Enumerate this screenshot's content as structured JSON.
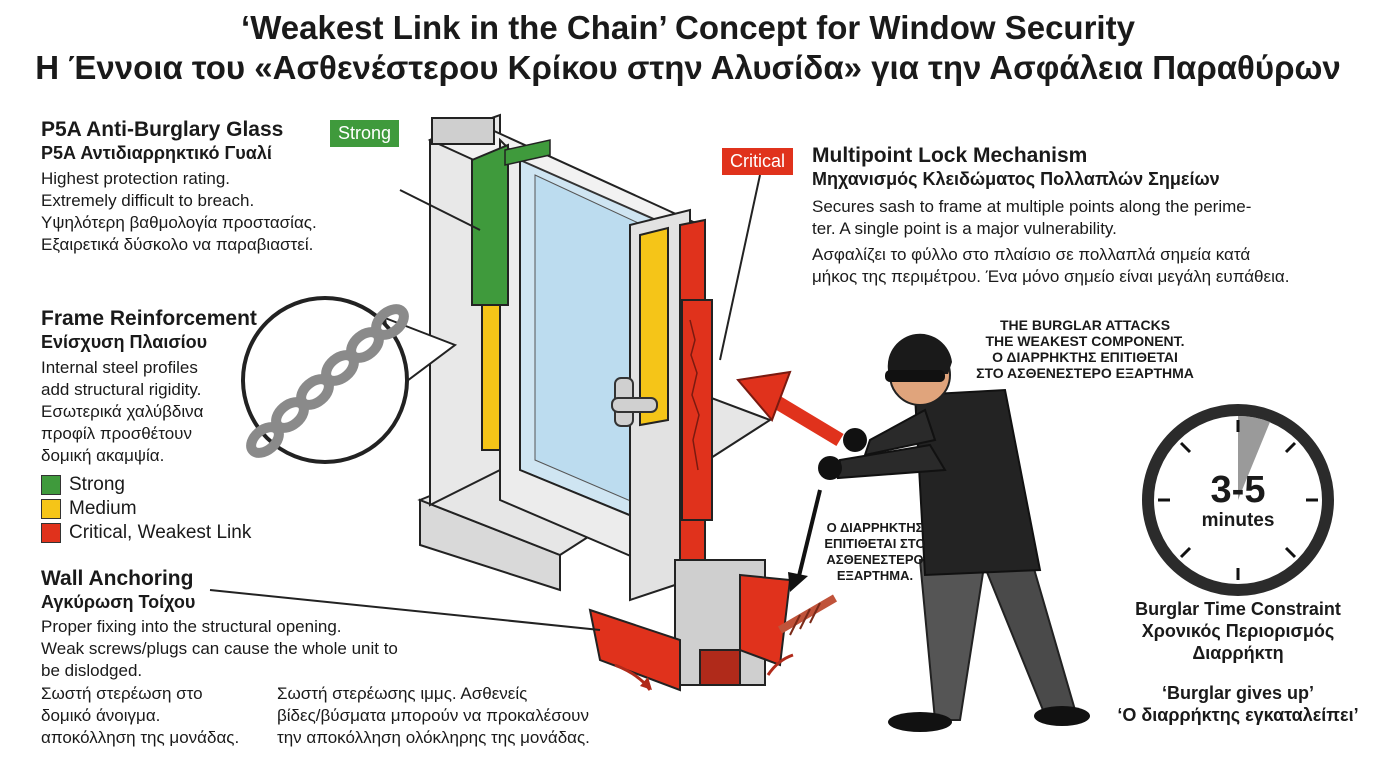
{
  "title_en": "‘Weakest Link in the Chain’ Concept for Window Security",
  "title_el": "Η Έννοια του «Ασθενέστερου Κρίκου στην Αλυσίδα» για την Ασφάλεια Παραθύρων",
  "colors": {
    "strong": "#3f9a3c",
    "medium": "#f5c518",
    "critical": "#e0321c"
  },
  "glass": {
    "heading_en": "P5A Anti-Burglary Glass",
    "heading_el": "P5A Αντιδιαρρηκτικό Γυαλί",
    "text_en_1": "Highest protection rating.",
    "text_en_2": "Extremely difficult to breach.",
    "text_el_1": "Υψηλότερη βαθμολογία προστασίας.",
    "text_el_2": "Εξαιρετικά δύσκολο να παραβιαστεί.",
    "tag": "Strong"
  },
  "frame": {
    "heading_en": "Frame Reinforcement",
    "heading_el": "Ενίσχυση Πλαισίου",
    "text_en_1": "Internal steel profiles",
    "text_en_2": "add structural rigidity.",
    "text_el_1": "Εσωτερικά χαλύβδινα",
    "text_el_2": "προφίλ προσθέτουν",
    "text_el_3": "δομική ακαμψία."
  },
  "legend": [
    {
      "label": "Strong",
      "color": "#3f9a3c"
    },
    {
      "label": "Medium",
      "color": "#f5c518"
    },
    {
      "label": "Critical, Weakest Link",
      "color": "#e0321c"
    }
  ],
  "wall": {
    "heading_en": "Wall Anchoring",
    "heading_el": "Αγκύρωση Τοίχου",
    "text_en_1": "Proper fixing into the structural opening.",
    "text_en_2": " Weak screws/plugs can cause the whole unit to",
    "text_en_3": "be dislodged.",
    "text_el_left_1": "Σωστή στερέωση στο",
    "text_el_left_2": "δομικό άνοιγμα.",
    "text_el_left_3": "αποκόλληση της μονάδας.",
    "text_el_right_1": "Σωστή στερέωσης ιμμς. Ασθενείς",
    "text_el_right_2": "βίδες/βύσματα μπορούν να προκαλέσουν",
    "text_el_right_3": "την αποκόλληση ολόκληρης της μονάδας."
  },
  "lock": {
    "tag": "Critical",
    "heading_en": "Multipoint Lock Mechanism",
    "heading_el": "Μηχανισμός Κλειδώματος Πολλαπλών Σημείων",
    "text_en_1": "Secures sash to frame at multiple points along the perime-",
    "text_en_2": "ter. A single point is a major vulnerability.",
    "text_el_1": "Ασφαλίζει το φύλλο στο πλαίσιο σε πολλαπλά σημεία κατά",
    "text_el_2": "μήκος της περιμέτρου. Ένα μόνο σημείο είναι μεγάλη ευπάθεια."
  },
  "burglar": {
    "caption_en_1": "THE BURGLAR ATTACKS",
    "caption_en_2": "THE WEAKEST COMPONENT.",
    "caption_el_1": "Ο ΔΙΑΡΡΗΚΤΗΣ ΕΠΙΤΙΘΕΤΑΙ",
    "caption_el_2": "ΣΤΟ ΑΣΘΕΝΕΣΤΕΡΟ ΕΞΑΡΤΗΜΑ",
    "side_1": "Ο ΔΙΑΡΡΗΚΤΗΣ",
    "side_2": "ΕΠΙΤΙΘΕΤΑΙ ΣΤΟ",
    "side_3": "ΑΣΘΕΝΕΣΤΕΡΟ",
    "side_4": "ΕΞΑΡΤΗΜΑ."
  },
  "timer": {
    "value": "3-5",
    "unit": "minutes",
    "elapsed_fraction": 0.08,
    "heading_en": "Burglar Time Constraint",
    "heading_el_1": "Χρονικός Περιορισμός",
    "heading_el_2": "Διαρρήκτη",
    "quote_en": "‘Burglar gives up’",
    "quote_el": "‘Ο διαρρήκτης εγκαταλείπει’"
  }
}
